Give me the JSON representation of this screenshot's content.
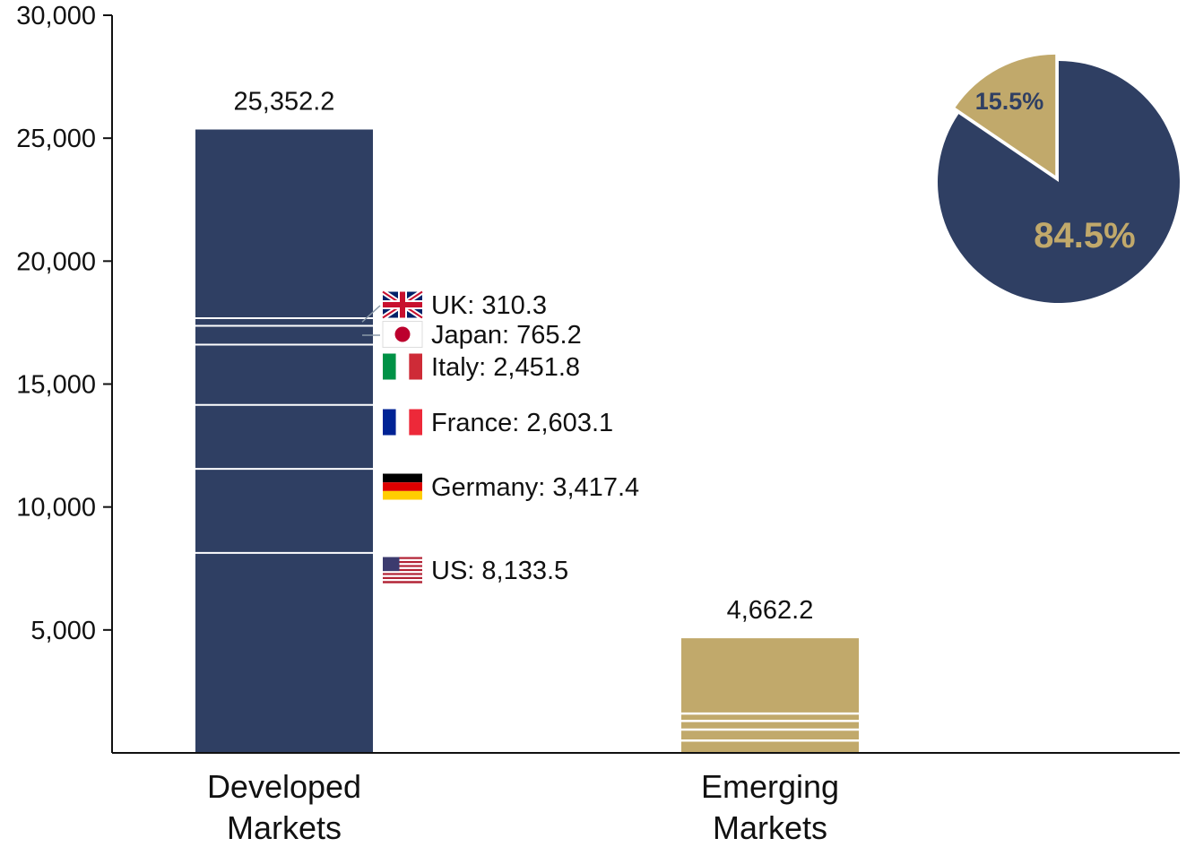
{
  "chart_data": {
    "type": "bar",
    "stacked": true,
    "categories": [
      "Developed\nMarkets",
      "Emerging\nMarkets"
    ],
    "totals": [
      25352.2,
      4662.2
    ],
    "total_labels": [
      "25,352.2",
      "4,662.2"
    ],
    "ylim": [
      0,
      30000
    ],
    "yticks": [
      5000,
      10000,
      15000,
      20000,
      25000,
      30000
    ],
    "ytick_labels": [
      "5,000",
      "10,000",
      "15,000",
      "20,000",
      "25,000",
      "30,000"
    ],
    "grid": false,
    "colors": {
      "developed": "#2f3f63",
      "emerging": "#c1a96b",
      "separator": "#ffffff"
    },
    "developed_segments": [
      {
        "name": "US",
        "value": 8133.5,
        "label": "US: 8,133.5",
        "flag": "us-flag-icon"
      },
      {
        "name": "Germany",
        "value": 3417.4,
        "label": "Germany: 3,417.4",
        "flag": "germany-flag-icon"
      },
      {
        "name": "France",
        "value": 2603.1,
        "label": "France: 2,603.1",
        "flag": "france-flag-icon"
      },
      {
        "name": "Italy",
        "value": 2451.8,
        "label": "Italy: 2,451.8",
        "flag": "italy-flag-icon"
      },
      {
        "name": "Japan",
        "value": 765.2,
        "label": "Japan: 765.2",
        "flag": "japan-flag-icon"
      },
      {
        "name": "UK",
        "value": 310.3,
        "label": "UK: 310.3",
        "flag": "uk-flag-icon"
      }
    ],
    "emerging_separators": [
      500,
      950,
      1300,
      1600
    ],
    "pie": {
      "slices": [
        {
          "label": "84.5%",
          "value": 84.5,
          "color": "#2f3f63",
          "label_color": "#c1a96b"
        },
        {
          "label": "15.5%",
          "value": 15.5,
          "color": "#c1a96b",
          "label_color": "#2f3f63"
        }
      ]
    }
  }
}
